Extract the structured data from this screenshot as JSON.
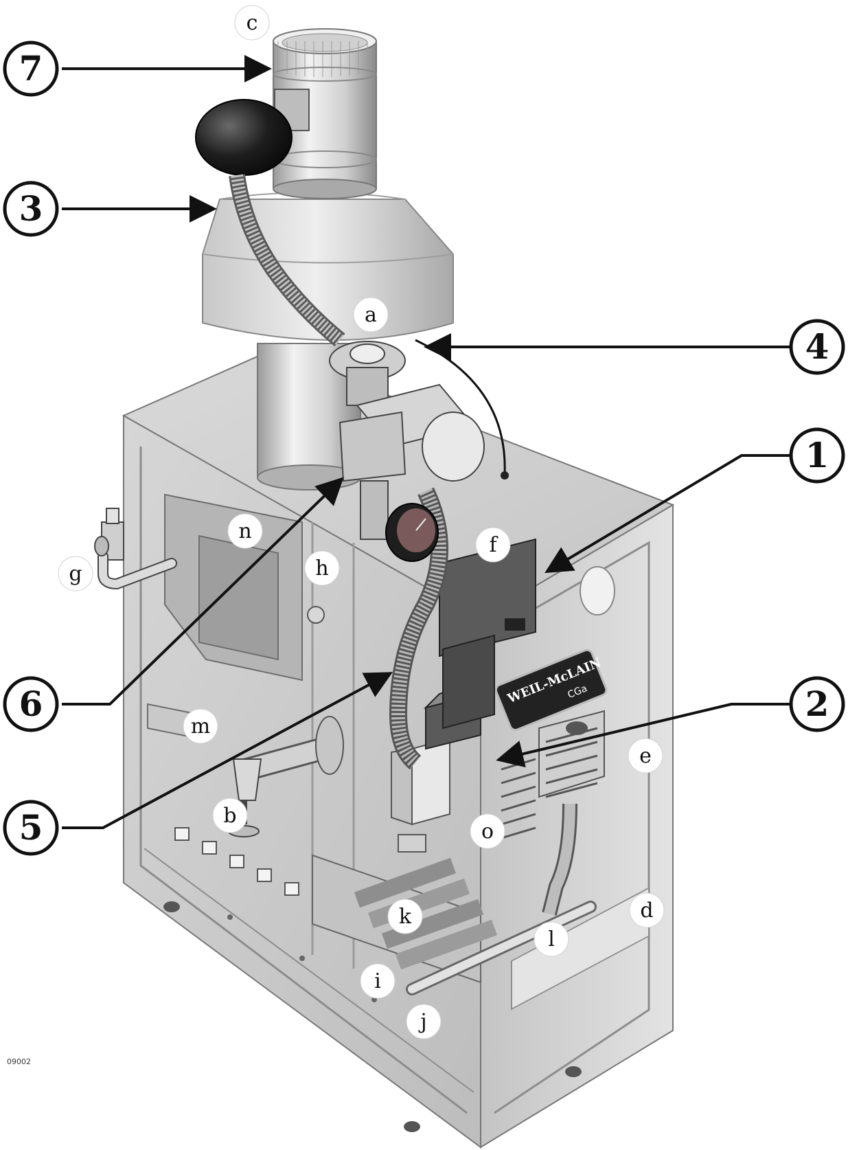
{
  "diagram": {
    "figure_code": "09002",
    "brand_plate": {
      "line1": "WEIL-McLAIN",
      "line2": "CGa"
    },
    "numbered_callouts": [
      "7",
      "3",
      "4",
      "1",
      "6",
      "2",
      "5"
    ],
    "letter_labels": [
      "c",
      "a",
      "n",
      "h",
      "f",
      "g",
      "m",
      "e",
      "b",
      "o",
      "k",
      "d",
      "l",
      "i",
      "j"
    ]
  },
  "colors": {
    "background": "#ffffff",
    "line": "#111111",
    "metal_light": "#e6e6e6",
    "metal_mid": "#b9b9b9",
    "metal_dark": "#6f6f6f",
    "black_part": "#1b1b1b"
  }
}
